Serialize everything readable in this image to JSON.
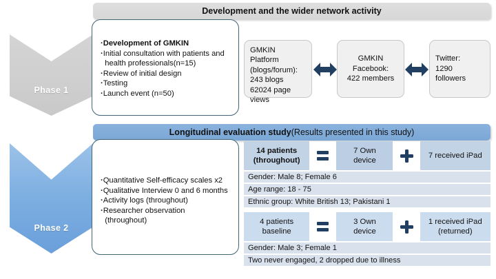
{
  "phases": [
    {
      "label": "Phase 1",
      "color": "#cfcfcf"
    },
    {
      "label": "Phase 2",
      "color": "#7fb0e2"
    }
  ],
  "banners": {
    "development": {
      "bold": "Development and the wider network activity",
      "regular": ""
    },
    "longitudinal": {
      "bold": "Longitudinal evaluation study",
      "regular": " (Results presented in this study)"
    }
  },
  "phase1": {
    "activities": [
      {
        "text": "Development of GMKIN",
        "bold": true,
        "continuation": false
      },
      {
        "text": "Initial consultation with patients and",
        "bold": false,
        "continuation": false
      },
      {
        "text": "health professionals(n=15)",
        "bold": false,
        "continuation": true
      },
      {
        "text": "Review of initial design",
        "bold": false,
        "continuation": false
      },
      {
        "text": "Testing",
        "bold": false,
        "continuation": false
      },
      {
        "text": "Launch event (n=50)",
        "bold": false,
        "continuation": false
      }
    ],
    "network": [
      {
        "name": "GMKIN Platform",
        "lines": [
          "GMKIN Platform",
          "(blogs/forum):",
          "243 blogs",
          "62024 page",
          "views"
        ]
      },
      {
        "name": "GMKIN Facebook",
        "lines": [
          "GMKIN",
          "Facebook:",
          "422  members"
        ]
      },
      {
        "name": "Twitter",
        "lines": [
          "Twitter:",
          "1290",
          "followers"
        ]
      }
    ],
    "connectors": [
      "double-arrow",
      "double-arrow"
    ]
  },
  "phase2": {
    "methods": [
      {
        "text": "Quantitative Self-efficacy scales x2",
        "continuation": false
      },
      {
        "text": "Qualitative Interview 0 and 6 months",
        "continuation": false
      },
      {
        "text": "Activity logs (throughout)",
        "continuation": false
      },
      {
        "text": "Researcher observation",
        "continuation": false
      },
      {
        "text": "(throughout)",
        "continuation": true
      }
    ],
    "groups": [
      {
        "id": "throughout",
        "count_lines": [
          "14 patients",
          "(throughout)"
        ],
        "equals_glyph": "equals-icon",
        "own_lines": [
          "7  Own",
          "device"
        ],
        "plus_glyph": "plus-icon",
        "ipad_lines": [
          "7 received  iPad"
        ],
        "details": [
          "Gender: Male 8; Female 6",
          "Age range: 18 - 75",
          "Ethnic group: White British 13; Pakistani 1"
        ]
      },
      {
        "id": "baseline",
        "count_lines": [
          "4 patients",
          "baseline"
        ],
        "equals_glyph": "equals-icon",
        "own_lines": [
          "3  Own",
          "device"
        ],
        "plus_glyph": "plus-icon",
        "ipad_lines": [
          "1 received  iPad",
          "(returned)"
        ],
        "details": [
          "Gender: Male 3; Female 1",
          "Two never engaged, 2 dropped due to illness"
        ]
      }
    ]
  },
  "colors": {
    "phase1_chevron": "#cfcfcf",
    "phase2_chevron": "#7fb0e2",
    "banner_gray": "#d7d7d7",
    "banner_blue": "#7aa7d6",
    "box_border": "#3f6576",
    "arrow_navy": "#213f63",
    "cell_blue_dark": "#bccee3",
    "cell_blue_light": "#ccdcef",
    "detail_row": "#d9e2ec"
  }
}
